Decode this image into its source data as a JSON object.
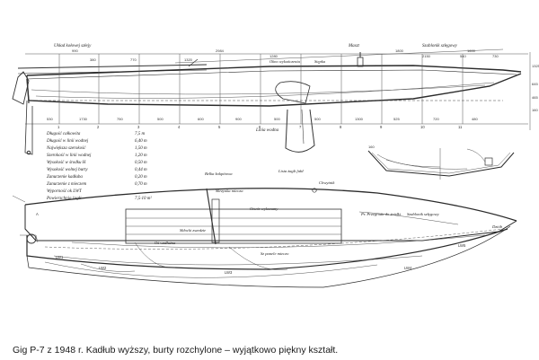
{
  "caption": "Gig P-7 z 1948 r. Kadłub wyższy, burty rozchylone – wyjątkowo piękny kształt.",
  "side_view": {
    "callouts": {
      "boom": "Układ kołowej szłejy",
      "mast": "Maszt",
      "sheer": "Szablonik szłęgowy",
      "waterline": "Linia wodna",
      "rudder": "Stępka",
      "center": "Okno wykończenia"
    },
    "top_dims": [
      "990",
      "2984",
      "1800",
      "1600",
      "380",
      "770",
      "1320",
      "1280",
      "2150",
      "540",
      "730"
    ],
    "bottom_dims": [
      "530",
      "1730",
      "750",
      "500",
      "600",
      "900",
      "500",
      "500",
      "1300",
      "525",
      "720",
      "480"
    ],
    "height_dims": [
      "1325",
      "645",
      "465",
      "160"
    ],
    "stations": [
      "1",
      "2",
      "3",
      "4",
      "5",
      "6",
      "7",
      "8",
      "9",
      "10",
      "11"
    ]
  },
  "specs": [
    {
      "label": "Długość całkowita",
      "value": "7,5 m"
    },
    {
      "label": "Długość w linii wodnej",
      "value": "6,40 m"
    },
    {
      "label": "Największa szerokość",
      "value": "1,50 m"
    },
    {
      "label": "Szerokość w linii wodnej",
      "value": "1,20 m"
    },
    {
      "label": "Wysokość w środku H",
      "value": "0,50 m"
    },
    {
      "label": "Wysokość wolnej burty",
      "value": "0,44 m"
    },
    {
      "label": "Zanurzenie kadłuba",
      "value": "0,20 m"
    },
    {
      "label": "Zanurzenie z mieczem",
      "value": "0,70 m"
    },
    {
      "label": "Wyporność ok LWT",
      "value": ""
    },
    {
      "label": "Powierzchnia żagli",
      "value": "7,5·10 m²"
    }
  ],
  "plan_view": {
    "callouts": {
      "p1": "Belka kokpitowa",
      "p2": "Skrzynka miecza",
      "p3": "Lista żagli fałd",
      "p4": "Chwytnik",
      "p5": "Otwór wykonany",
      "p6": "Pr. Przegroda do śródki",
      "p7": "Szablonik szłęgowy",
      "p8": "Dziób",
      "p9": "Skłocki zszedzie",
      "p10": "Sz panele mieczo",
      "p11": "Oś wzdłużna"
    },
    "section_labels": [
      "LW1",
      "LW2",
      "LW3",
      "LW4",
      "LW5",
      "A"
    ]
  }
}
